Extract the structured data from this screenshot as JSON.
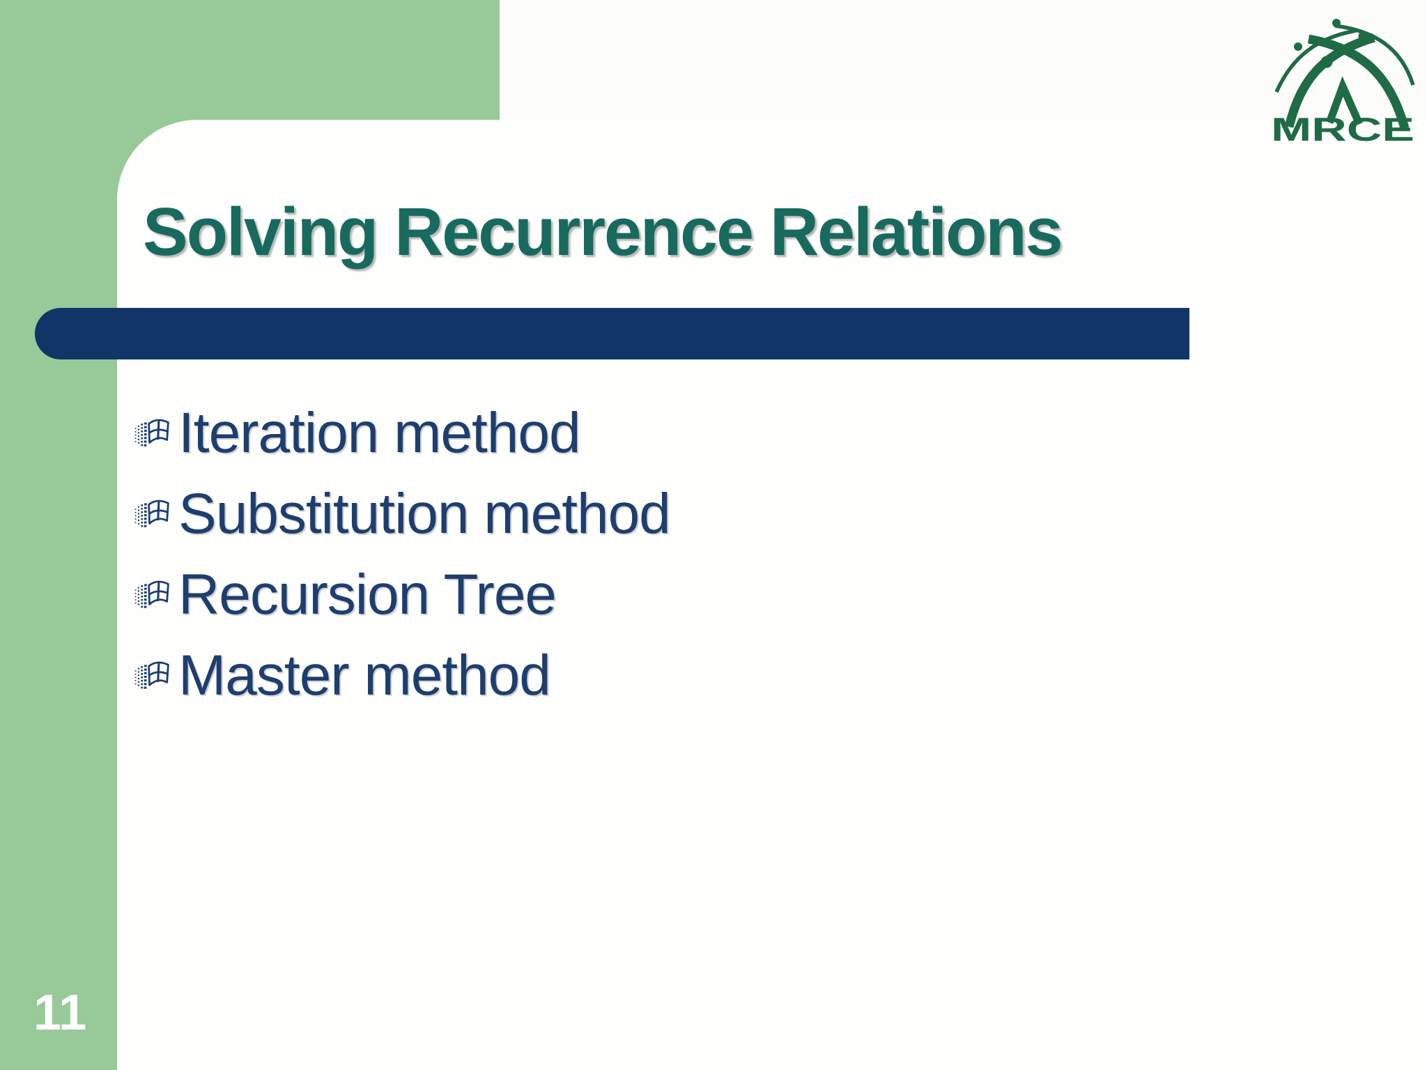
{
  "colors": {
    "green": "#98C998",
    "bar": "#113567",
    "text": "#1D3E6F",
    "title": "#186A5E",
    "logo": "#1F6B45",
    "page": "#FFFFFF"
  },
  "slide": {
    "title": "Solving Recurrence Relations",
    "page_number": "11",
    "bullet_icon": "windows-flag-icon",
    "bullets": [
      {
        "label": "Iteration method"
      },
      {
        "label": "Substitution method"
      },
      {
        "label": "Recursion Tree"
      },
      {
        "label": "Master method"
      }
    ],
    "logo": {
      "text": "MRCE"
    }
  }
}
